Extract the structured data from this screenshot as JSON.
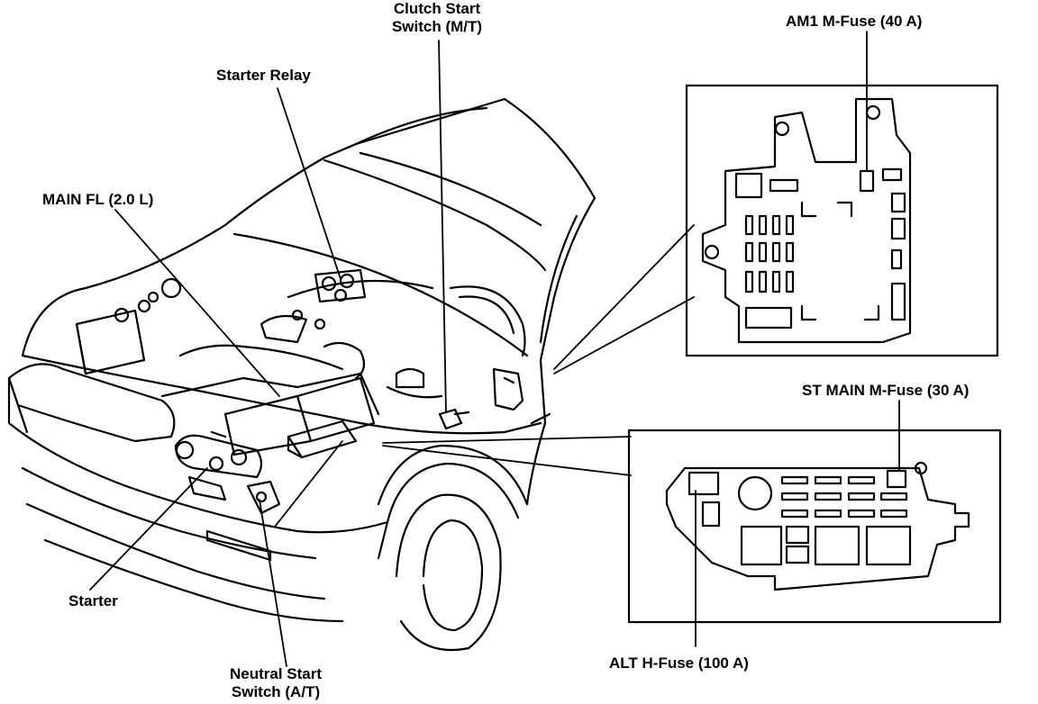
{
  "labels": {
    "clutch_start_switch": [
      "Clutch Start",
      "Switch (M/T)"
    ],
    "am1_m_fuse": "AM1 M-Fuse (40 A)",
    "starter_relay": "Starter Relay",
    "main_fl": "MAIN FL (2.0 L)",
    "st_main_m_fuse": "ST MAIN M-Fuse (30 A)",
    "starter": "Starter",
    "neutral_start_switch": [
      "Neutral Start",
      "Switch (A/T)"
    ],
    "alt_h_fuse": "ALT H-Fuse (100 A)"
  },
  "colors": {
    "ink": "#000000",
    "paper": "#ffffff"
  }
}
